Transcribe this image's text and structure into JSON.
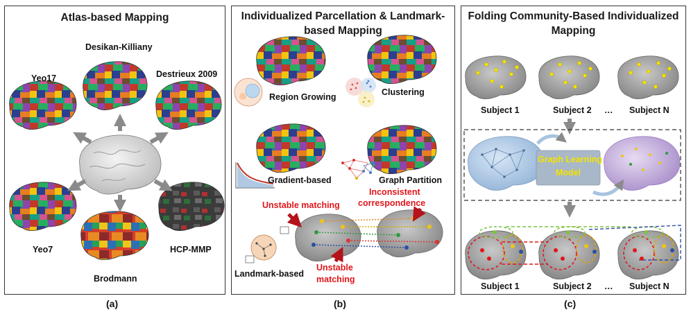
{
  "panel_a": {
    "title": "Atlas-based Mapping",
    "atlases": {
      "desikan": "Desikan-Killiany",
      "yeo17": "Yeo17",
      "destrieux": "Destrieux 2009",
      "yeo7": "Yeo7",
      "hcp": "HCP-MMP",
      "brodmann": "Brodmann"
    },
    "caption": "(a)"
  },
  "panel_b": {
    "title_line1": "Individualized Parcellation & Landmark-",
    "title_line2": "based Mapping",
    "methods": {
      "region_growing": "Region Growing",
      "clustering": "Clustering",
      "gradient": "Gradient-based",
      "graph_partition": "Graph Partition",
      "landmark": "Landmark-based"
    },
    "annotations": {
      "unstable_top": "Unstable matching",
      "inconsistent_1": "Inconsistent",
      "inconsistent_2": "correspondence",
      "unstable_bottom_1": "Unstable",
      "unstable_bottom_2": "matching"
    },
    "caption": "(b)"
  },
  "panel_c": {
    "title_line1": "Folding Community-Based Individualized",
    "title_line2": "Mapping",
    "subjects_top": [
      "Subject 1",
      "Subject 2",
      "Subject N"
    ],
    "ellipsis": "…",
    "model_1": "Graph Learning",
    "model_2": "Model",
    "subjects_bottom": [
      "Subject 1",
      "Subject 2",
      "Subject N"
    ],
    "caption": "(c)"
  },
  "colors": {
    "accent_red": "#e0161b",
    "model_text": "#f4e300",
    "arrow_gray": "#8a8a8a",
    "brain_gray": "#9a9a9a"
  }
}
